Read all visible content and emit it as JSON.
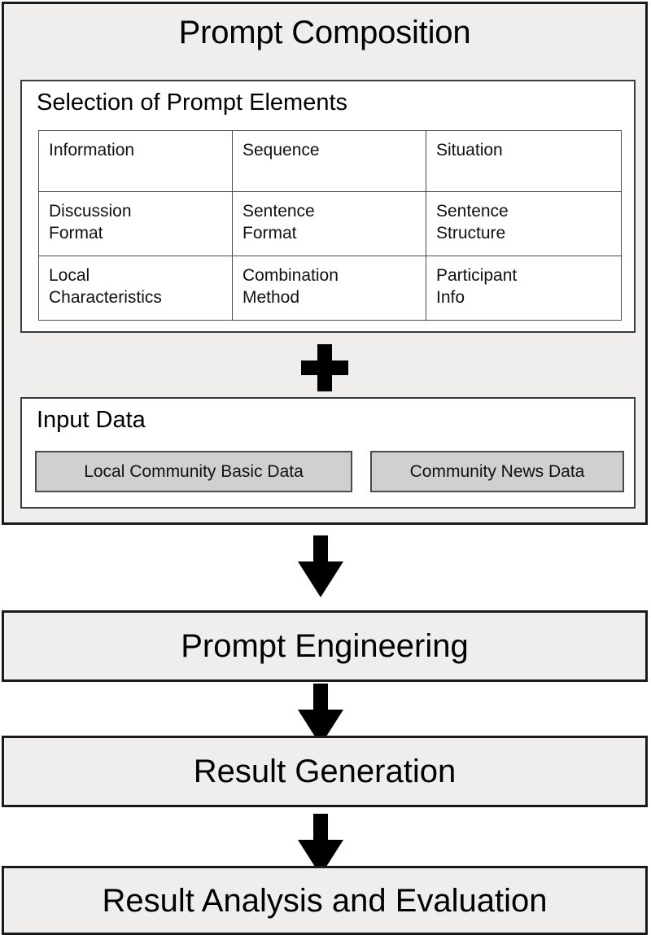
{
  "diagram": {
    "title": "Prompt Composition",
    "type": "flowchart"
  },
  "composition": {
    "title": "Prompt Composition",
    "elements_panel": {
      "heading": "Selection of Prompt Elements",
      "table": {
        "rows": [
          [
            {
              "lines": [
                "Information"
              ]
            },
            {
              "lines": [
                "Sequence"
              ]
            },
            {
              "lines": [
                "Situation"
              ]
            }
          ],
          [
            {
              "lines": [
                "Discussion",
                "Format"
              ]
            },
            {
              "lines": [
                "Sentence",
                "Format"
              ]
            },
            {
              "lines": [
                "Sentence",
                "Structure"
              ]
            }
          ],
          [
            {
              "lines": [
                "Local",
                "Characteristics"
              ]
            },
            {
              "lines": [
                "Combination",
                "Method"
              ]
            },
            {
              "lines": [
                "Participant",
                "Info"
              ]
            }
          ]
        ]
      }
    },
    "combine_operator": "plus",
    "input_panel": {
      "heading": "Input Data",
      "chips": [
        {
          "label": "Local Community Basic Data"
        },
        {
          "label": "Community News Data"
        }
      ]
    }
  },
  "flow": {
    "stages": [
      {
        "label": "Prompt Engineering"
      },
      {
        "label": "Result Generation"
      },
      {
        "label": "Result Analysis and Evaluation"
      }
    ],
    "connectors": [
      {
        "kind": "down-arrow"
      },
      {
        "kind": "down-arrow"
      },
      {
        "kind": "down-arrow"
      }
    ]
  },
  "colors": {
    "container_fill": "#efeeec",
    "container_border": "#1a1a1a",
    "panel_fill": "#ffffff",
    "panel_border": "#3a3a3a",
    "chip_fill": "#d0d0d0",
    "chip_border": "#4a4a4a",
    "text": "#000000",
    "arrow": "#000000",
    "page_background": "#ffffff"
  }
}
